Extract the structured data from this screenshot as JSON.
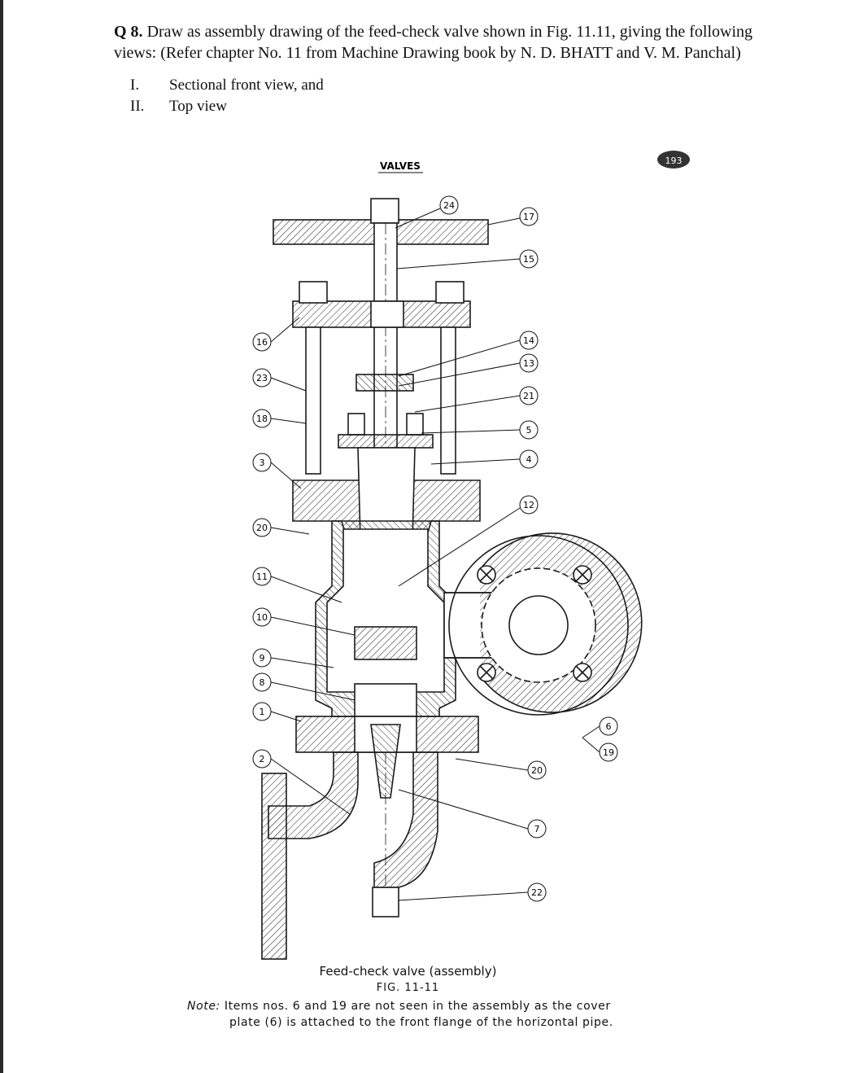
{
  "question": {
    "number": "Q 8.",
    "line1": " Draw as assembly drawing of the feed-check valve shown in Fig. 11.11, giving the following",
    "line2": "views: (Refer chapter No. 11 from Machine Drawing book by N. D. BHATT and V. M. Panchal)"
  },
  "views": [
    {
      "num": "I.",
      "text": "Sectional front view, and"
    },
    {
      "num": "II.",
      "text": "Top view"
    }
  ],
  "figure": {
    "header": "VALVES",
    "page_badge": "193",
    "callouts_left": [
      "16",
      "23",
      "18",
      "3",
      "20",
      "11",
      "10",
      "9",
      "8",
      "1",
      "2"
    ],
    "callouts_right": [
      "17",
      "15",
      "14",
      "13",
      "21",
      "5",
      "4",
      "12",
      "6",
      "19",
      "20",
      "7",
      "22"
    ],
    "callout_top": "24",
    "caption": "Feed-check valve (assembly)",
    "fig_label": "FIG. 11-11",
    "note_label": "Note:",
    "note_line1": "Items nos. 6 and 19 are not seen in the assembly as the cover",
    "note_line2": "plate (6) is attached to the front flange of the horizontal pipe."
  },
  "colors": {
    "ink": "#1a1a1a",
    "badge": "#333333"
  }
}
